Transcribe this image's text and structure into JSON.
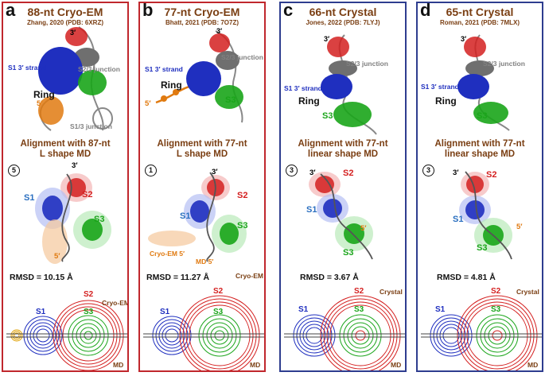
{
  "panels": [
    {
      "letter": "a",
      "title": "88-nt Cryo-EM",
      "subtitle": "Zhang, 2020 (PDB: 6XRZ)",
      "frame_color": "#c0272d",
      "top_labels": {
        "end3": "3′",
        "s1": "S1 3′ strand",
        "s23": "S2/3 junction",
        "ring": "Ring",
        "end5": "5′",
        "s13": "S1/3 junction"
      },
      "align_line1": "Alignment with 87-nt",
      "align_line2": "L shape MD",
      "cluster": "5",
      "mid_labels": {
        "end3": "3′",
        "s1": "S1",
        "s2": "S2",
        "s3": "S3",
        "end5": "5′"
      },
      "rmsd": "RMSD = 10.15 Å",
      "schematic": {
        "s1": "S1",
        "s2": "S2",
        "s3": "S3",
        "ref": "Cryo-EM",
        "md": "MD"
      }
    },
    {
      "letter": "b",
      "title": "77-nt Cryo-EM",
      "subtitle": "Bhatt, 2021 (PDB: 7O7Z)",
      "frame_color": "#c0272d",
      "top_labels": {
        "end3": "3′",
        "s1": "S1 3′ strand",
        "s23": "S2/3 junction",
        "ring": "Ring",
        "end5": "5′",
        "s3": "S3"
      },
      "align_line1": "Alignment with 77-nt",
      "align_line2": "L shape MD",
      "cluster": "1",
      "mid_labels": {
        "end3": "3′",
        "s1": "S1",
        "s2": "S2",
        "s3": "S3",
        "cryo5": "Cryo-EM 5′",
        "md5": "MD 5′"
      },
      "rmsd": "RMSD = 11.27 Å",
      "schematic": {
        "s1": "S1",
        "s2": "S2",
        "s3": "S3",
        "ref": "Cryo-EM",
        "md": "MD"
      }
    },
    {
      "letter": "c",
      "title": "66-nt Crystal",
      "subtitle": "Jones, 2022 (PDB: 7LYJ)",
      "frame_color": "#2e3d8f",
      "top_labels": {
        "end3": "3′",
        "s1": "S1 3′ strand",
        "s23": "S2/3 junction",
        "ring": "Ring",
        "s3": "S3"
      },
      "align_line1": "Alignment with 77-nt",
      "align_line2": "linear shape MD",
      "cluster": "3",
      "mid_labels": {
        "end3": "3′",
        "s1": "S1",
        "s2": "S2",
        "s3": "S3",
        "end5": "5′"
      },
      "rmsd": "RMSD = 3.67 Å",
      "schematic": {
        "s1": "S1",
        "s2": "S2",
        "s3": "S3",
        "ref": "Crystal",
        "md": "MD"
      }
    },
    {
      "letter": "d",
      "title": "65-nt Crystal",
      "subtitle": "Roman, 2021 (PDB: 7MLX)",
      "frame_color": "#2e3d8f",
      "top_labels": {
        "end3": "3′",
        "s1": "S1 3′ strand",
        "s23": "S2/3 junction",
        "ring": "Ring",
        "s3": "S3"
      },
      "align_line1": "Alignment with 77-nt",
      "align_line2": "linear shape MD",
      "cluster": "3",
      "mid_labels": {
        "end3": "3′",
        "s1": "S1",
        "s2": "S2",
        "s3": "S3",
        "end5": "5′"
      },
      "rmsd": "RMSD = 4.81 Å",
      "schematic": {
        "s1": "S1",
        "s2": "S2",
        "s3": "S3",
        "ref": "Crystal",
        "md": "MD"
      }
    }
  ],
  "colors": {
    "s1": "#1f2fbf",
    "s2": "#d42020",
    "s3": "#1aa51a",
    "end5": "#e07a10",
    "junction": "#808080",
    "text_brown": "#7a3e12"
  }
}
